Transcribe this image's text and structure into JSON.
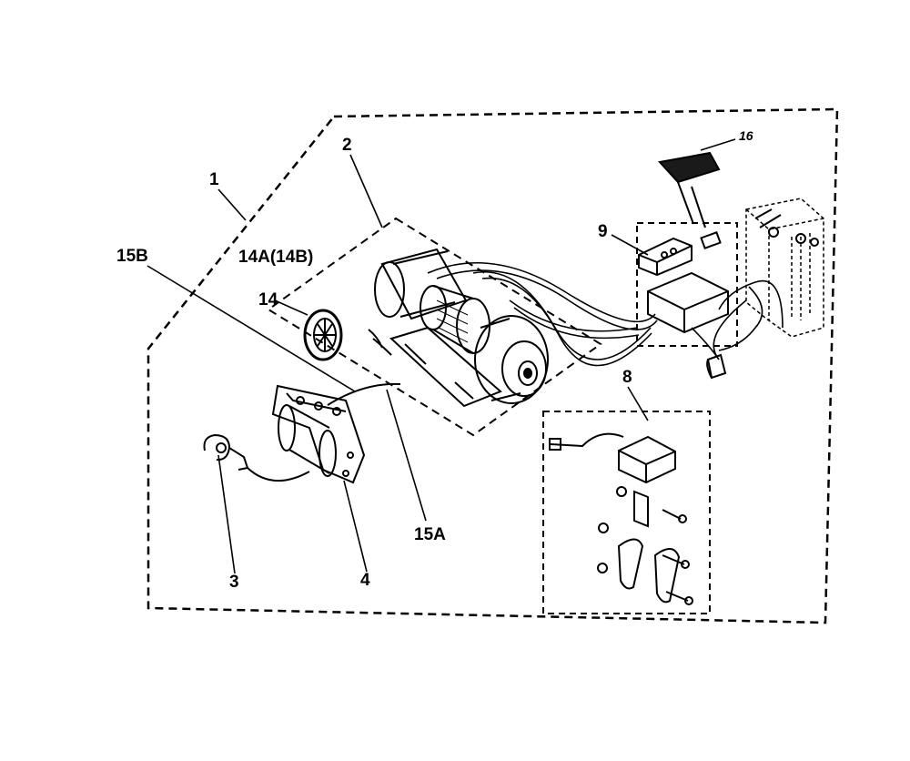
{
  "diagram": {
    "callouts": {
      "c1": "1",
      "c2": "2",
      "c3": "3",
      "c4": "4",
      "c8": "8",
      "c9": "9",
      "c14": "14",
      "c14ab": "14A(14B)",
      "c15a": "15A",
      "c15b": "15B",
      "c16": "16"
    }
  }
}
